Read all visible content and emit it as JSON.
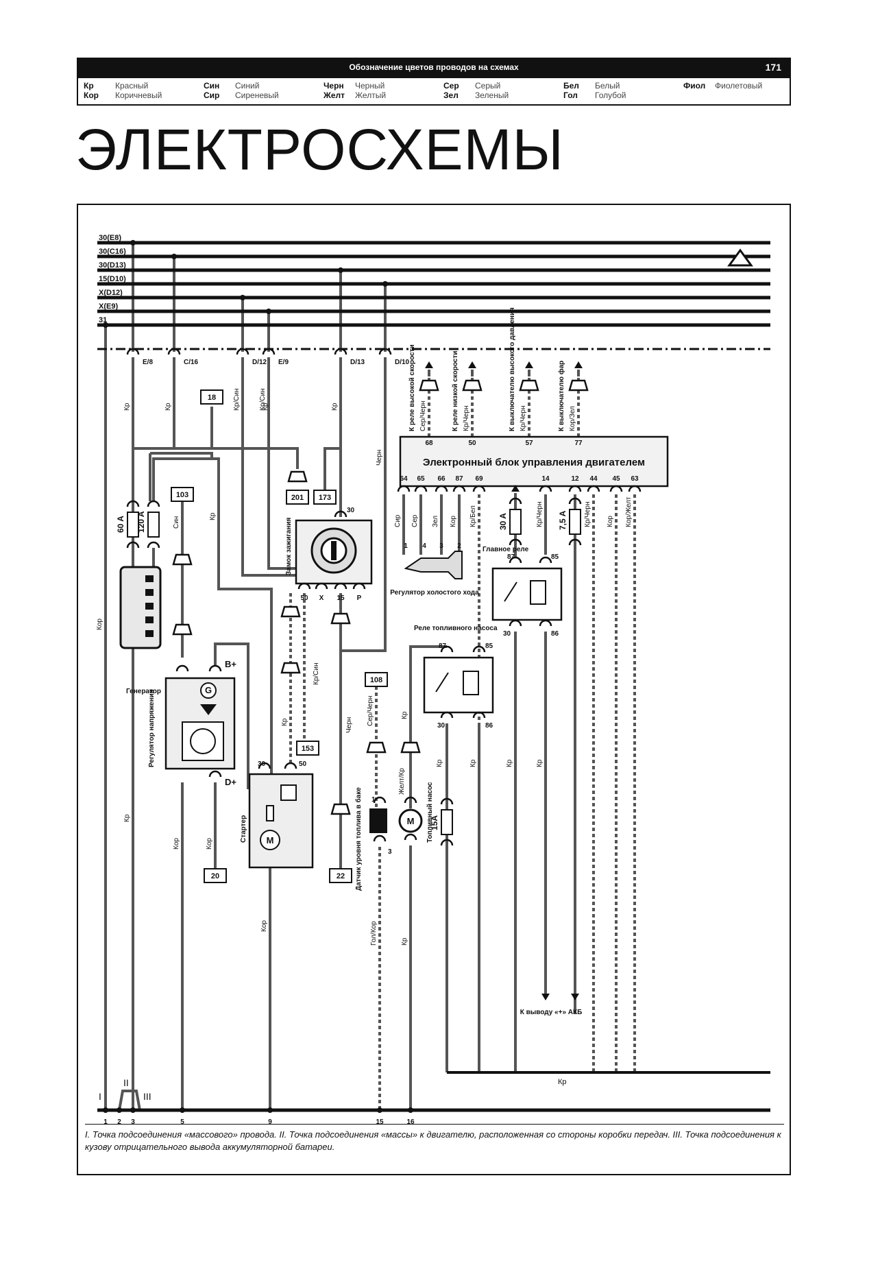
{
  "header": {
    "title": "Обозначение цветов проводов на схемах",
    "page": "171",
    "legend": [
      {
        "abbr": [
          "Кр",
          "Кор"
        ],
        "name": [
          "Красный",
          "Коричневый"
        ]
      },
      {
        "abbr": [
          "Син",
          "Сир"
        ],
        "name": [
          "Синий",
          "Сиреневый"
        ]
      },
      {
        "abbr": [
          "Черн",
          "Желт"
        ],
        "name": [
          "Черный",
          "Желтый"
        ]
      },
      {
        "abbr": [
          "Сер",
          "Зел"
        ],
        "name": [
          "Серый",
          "Зеленый"
        ]
      },
      {
        "abbr": [
          "Бел",
          "Гол"
        ],
        "name": [
          "Белый",
          "Голубой"
        ]
      },
      {
        "abbr": [
          "Фиол",
          ""
        ],
        "name": [
          "Фиолетовый",
          ""
        ]
      }
    ]
  },
  "page_title": "ЭЛЕКТРОСХЕМЫ",
  "diagram": {
    "bus_labels": [
      "30(E8)",
      "30(C16)",
      "30(D13)",
      "15(D10)",
      "X(D12)",
      "X(E9)",
      "31"
    ],
    "connector_labels": [
      "E/8",
      "C/16",
      "D/12",
      "E/9",
      "D/13",
      "D/10"
    ],
    "ecu_title": "Электронный блок управления двигателем",
    "ecu_top_pins": [
      "68",
      "50",
      "57",
      "77"
    ],
    "ecu_bottom_pins": [
      "64",
      "65",
      "66",
      "87",
      "69",
      "14",
      "12",
      "44",
      "45",
      "63"
    ],
    "ecu_targets": [
      "К реле высокой скорости",
      "К реле низкой скорости",
      "К выключателю высокого давления",
      "К выключателю фар"
    ],
    "ecu_top_wires": [
      "Сер/Черн",
      "Кр/Черн",
      "Кр/Черн",
      "Кор/Зел"
    ],
    "ecu_bottom_wires": [
      "Сир",
      "Сер",
      "Зел",
      "Кор",
      "Кр/Бел",
      "Кр/Черн",
      "Кр/Черн",
      "Кор",
      "Кор/Желт"
    ],
    "wire_labels": [
      "Кр",
      "Кр",
      "Кр/Син",
      "Кр/Син",
      "Кр",
      "Черн",
      "Син",
      "Кр",
      "Кор",
      "Кр",
      "Кр",
      "Кор",
      "Кор",
      "Кр/Син",
      "Черн",
      "Сер/Черн",
      "Кр",
      "Желт/Кр",
      "Гол/Кор",
      "Кор",
      "Кр",
      "Кр",
      "Кр",
      "Кр",
      "Кр"
    ],
    "fuses": [
      "60 A",
      "120 A",
      "30 A",
      "7,5 A",
      "15A"
    ],
    "boxes": [
      "18",
      "201",
      "173",
      "103",
      "153",
      "108",
      "20",
      "22"
    ],
    "ignition": {
      "label": "Замок зажигания",
      "pins": [
        "30",
        "50",
        "X",
        "15",
        "P"
      ]
    },
    "generator": {
      "label": "Генератор",
      "regulator": "Регулятор напряжения",
      "g": "G",
      "b_plus": "B+",
      "d_plus": "D+"
    },
    "starter": {
      "label": "Стартер",
      "pins": [
        "30",
        "50"
      ],
      "motor": "M"
    },
    "idle": {
      "label": "Регулятор холостого хода",
      "pins": [
        "1",
        "4",
        "3",
        "2"
      ]
    },
    "main_relay": {
      "label": "Главное реле",
      "pins": [
        "87",
        "85",
        "30",
        "86"
      ]
    },
    "fuel_relay": {
      "label": "Реле топливного насоса",
      "pins": [
        "87",
        "85",
        "30",
        "86"
      ]
    },
    "fuel_sensor": {
      "label": "Датчик уровня топлива в баке",
      "pins": [
        "1",
        "3"
      ]
    },
    "fuel_pump": {
      "label": "Топливный насос",
      "motor": "M"
    },
    "battery_note": "К выводу «+» АКБ",
    "ground_marks": [
      "I",
      "II",
      "III"
    ],
    "ground_numbers": [
      "1",
      "2",
      "3",
      "5",
      "9",
      "15",
      "16"
    ]
  },
  "caption": "I. Точка подсоединения «массового» провода. II. Точка подсоединения «массы» к двигателю, расположенная со стороны коробки передач. III. Точка подсоединения к кузову отрицательного вывода аккумуляторной батареи."
}
